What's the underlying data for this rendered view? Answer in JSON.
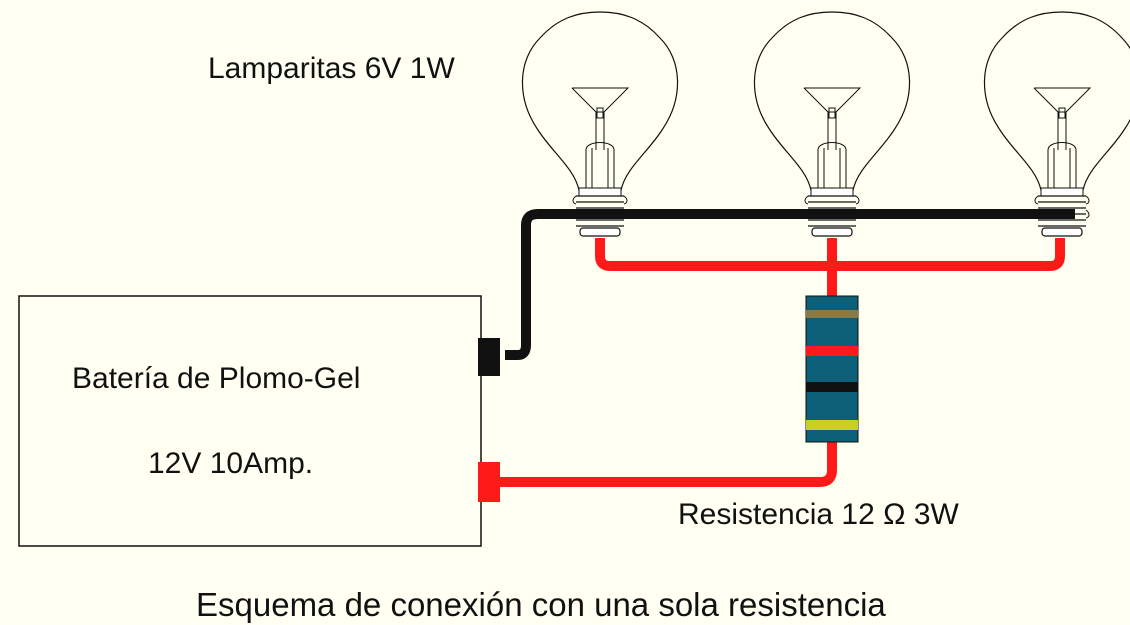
{
  "labels": {
    "lamps": "Lamparitas 6V 1W",
    "battery_name": "Batería de Plomo-Gel",
    "battery_rating": "12V 10Amp.",
    "resistor": "Resistencia 12 Ω 3W",
    "caption": "Esquema de conexión con una sola resistencia"
  },
  "colors": {
    "background": "#fffff2",
    "wire_negative": "#111111",
    "wire_positive": "#ff1a1a",
    "resistor_body": "#0e5f78",
    "band_1": "#8a7a45",
    "band_2": "#ff1a1a",
    "band_3": "#111111",
    "band_4": "#c8d020"
  },
  "components": {
    "lamps": [
      {
        "name": "lamp-1"
      },
      {
        "name": "lamp-2"
      },
      {
        "name": "lamp-3"
      }
    ]
  }
}
